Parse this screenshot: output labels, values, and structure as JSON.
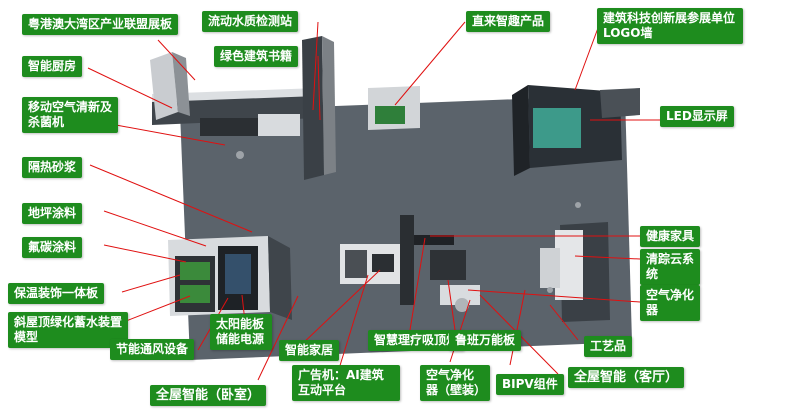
{
  "colors": {
    "label_bg": "#1e8c1e",
    "label_text": "#ffffff",
    "leader_line": "#e01010",
    "floor": "#5b636b",
    "wall": "#3c4248"
  },
  "labels": {
    "gba_alliance": "粤港澳大湾区产业联盟展板",
    "water_station": "流动水质检测站",
    "zhilai_products": "直来智趣产品",
    "logo_wall": "建筑科技创新展参展单位LOGO墙",
    "smart_kitchen": "智能厨房",
    "green_books": "绿色建筑书籍",
    "air_purifier_mobile": "移动空气清新及杀菌机",
    "led_screen": "LED显示屏",
    "insulation_mortar": "隔热砂浆",
    "floor_paint": "地坪涂料",
    "fluorocarbon_paint": "氟碳涂料",
    "insulation_board": "保温装饰一体板",
    "roof_greening": "斜屋顶绿化蓄水装置模型",
    "ventilation": "节能通风设备",
    "solar_panel": "太阳能板储能电源",
    "smart_home": "智能家居",
    "ad_machine": "广告机：AI建筑互动平台",
    "whole_house_bedroom": "全屋智能（卧室）",
    "smart_ceiling_light": "智慧理疗吸顶灯",
    "luban_board": "鲁班万能板",
    "air_purifier_wall": "空气净化器（壁装）",
    "bipv": "BIPV组件",
    "whole_house_living": "全屋智能（客厅）",
    "craft": "工艺品",
    "healthy_furniture": "健康家具",
    "qingning_cloud": "清踪云系统",
    "air_purifier": "空气净化器"
  }
}
